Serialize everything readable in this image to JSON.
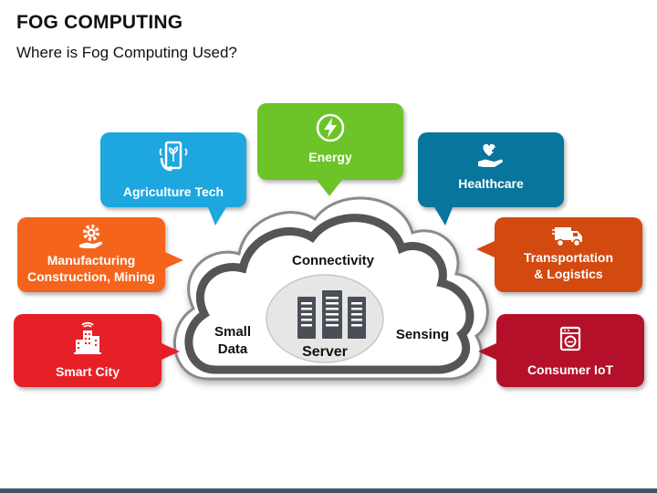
{
  "header": {
    "title": "FOG COMPUTING",
    "subtitle": "Where is Fog Computing Used?"
  },
  "cloud": {
    "center_label": "Server",
    "top_label": "Connectivity",
    "left_label": "Small Data",
    "right_label": "Sensing"
  },
  "bubbles": {
    "energy": {
      "label": "Energy",
      "color": "#6cc428",
      "icon": "lightning-icon"
    },
    "agriculture": {
      "label": "Agriculture Tech",
      "color": "#1ea6df",
      "icon": "smartphone-plant-icon"
    },
    "healthcare": {
      "label": "Healthcare",
      "color": "#08759c",
      "icon": "heart-hand-icon"
    },
    "manufacturing": {
      "label": "Manufacturing Construction, Mining",
      "line1": "Manufacturing",
      "line2": "Construction, Mining",
      "color": "#f5641c",
      "icon": "gear-hand-icon"
    },
    "transportation": {
      "label": "Transportation & Logistics",
      "line1": "Transportation",
      "line2": "& Logistics",
      "color": "#d24a10",
      "icon": "truck-icon"
    },
    "smart_city": {
      "label": "Smart City",
      "color": "#e71f26",
      "icon": "city-building-icon"
    },
    "consumer_iot": {
      "label": "Consumer IoT",
      "color": "#b5102a",
      "icon": "washing-machine-icon"
    }
  }
}
